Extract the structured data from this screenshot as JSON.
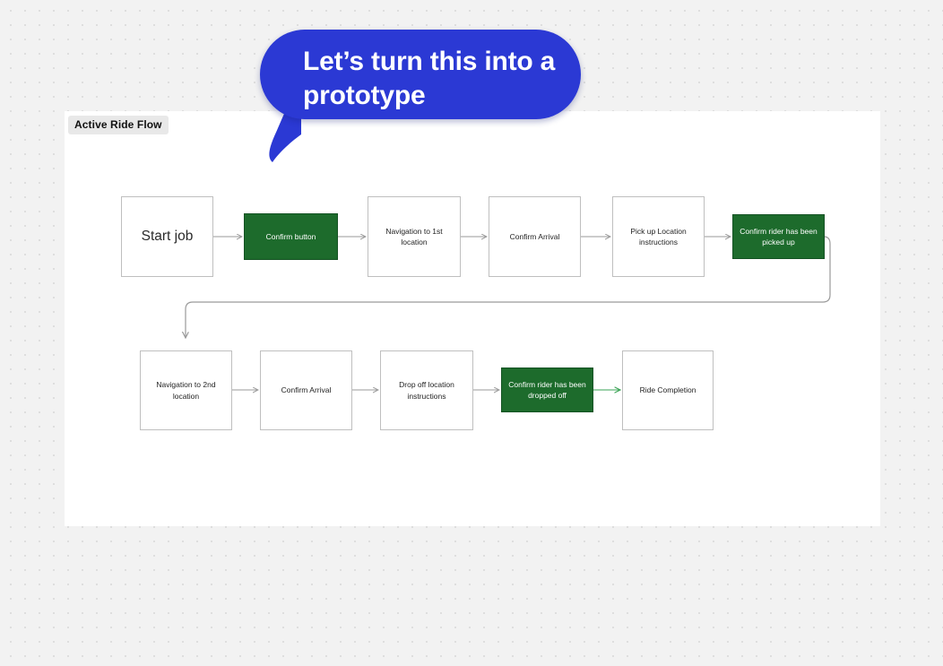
{
  "canvas": {
    "background_color": "#f2f2f2",
    "dot_color": "#dcdcdc"
  },
  "callout": {
    "text": "Let’s turn this into a prototype",
    "background_color": "#2b39d4",
    "text_color": "#ffffff",
    "tail_direction": "bottom-left"
  },
  "frame": {
    "label": "Active Ride Flow",
    "background_color": "#ffffff",
    "label_background_color": "#e8e8e8"
  },
  "diagram": {
    "type": "flowchart",
    "node_border_color": "#bfbfbf",
    "highlight_color": "#1d6b2c",
    "connector_color": "#9a9a9a",
    "green_connector_color": "#3aa355",
    "rows": [
      {
        "row": 1,
        "nodes": [
          {
            "id": "start-job",
            "label": "Start job",
            "style": "plain-large"
          },
          {
            "id": "confirm-button",
            "label": "Confirm button",
            "style": "green"
          },
          {
            "id": "navigation-1st",
            "label": "Navigation to 1st location",
            "style": "plain"
          },
          {
            "id": "confirm-arrival-1",
            "label": "Confirm Arrival",
            "style": "plain"
          },
          {
            "id": "pickup-instructions",
            "label": "Pick up Location instructions",
            "style": "plain"
          },
          {
            "id": "confirm-picked-up",
            "label": "Confirm rider has been picked up",
            "style": "green"
          }
        ]
      },
      {
        "row": 2,
        "nodes": [
          {
            "id": "navigation-2nd",
            "label": "Navigation to 2nd location",
            "style": "plain"
          },
          {
            "id": "confirm-arrival-2",
            "label": "Confirm Arrival",
            "style": "plain"
          },
          {
            "id": "dropoff-instructions",
            "label": "Drop off location instructions",
            "style": "plain"
          },
          {
            "id": "confirm-dropped-off",
            "label": "Confirm rider has been dropped off",
            "style": "green"
          },
          {
            "id": "ride-completion",
            "label": "Ride Completion",
            "style": "plain"
          }
        ]
      }
    ],
    "connectors": [
      {
        "from": "start-job",
        "to": "confirm-button",
        "color": "#9a9a9a"
      },
      {
        "from": "confirm-button",
        "to": "navigation-1st",
        "color": "#9a9a9a"
      },
      {
        "from": "navigation-1st",
        "to": "confirm-arrival-1",
        "color": "#9a9a9a"
      },
      {
        "from": "confirm-arrival-1",
        "to": "pickup-instructions",
        "color": "#9a9a9a"
      },
      {
        "from": "pickup-instructions",
        "to": "confirm-picked-up",
        "color": "#9a9a9a"
      },
      {
        "from": "confirm-picked-up",
        "to": "navigation-2nd",
        "color": "#9a9a9a",
        "shape": "wrap"
      },
      {
        "from": "navigation-2nd",
        "to": "confirm-arrival-2",
        "color": "#9a9a9a"
      },
      {
        "from": "confirm-arrival-2",
        "to": "dropoff-instructions",
        "color": "#9a9a9a"
      },
      {
        "from": "dropoff-instructions",
        "to": "confirm-dropped-off",
        "color": "#9a9a9a"
      },
      {
        "from": "confirm-dropped-off",
        "to": "ride-completion",
        "color": "#3aa355"
      }
    ]
  }
}
